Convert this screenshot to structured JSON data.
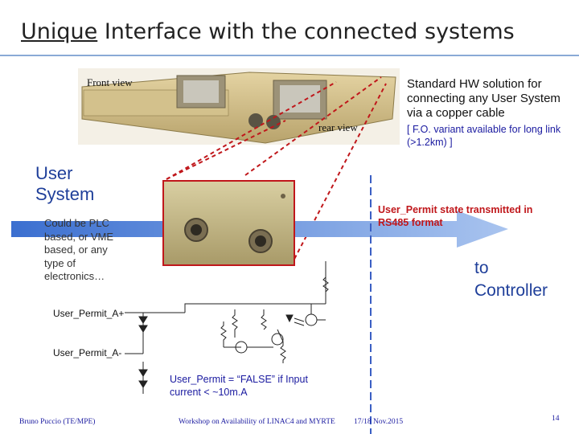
{
  "slide": {
    "title_part1": "Unique",
    "title_part2": " Interface with the connected systems",
    "photo_front_label": "Front view",
    "photo_rear_label": "rear view",
    "hw_description": "Standard HW solution for connecting any User System via a copper cable",
    "fo_note": "[ F.O. variant available for long link (>1.2km) ]",
    "user_system": "User System",
    "could_be": "Could be PLC based, or VME based, or any type of electronics…",
    "permit_state": "User_Permit state transmitted in RS485 format",
    "to_controller": "to Controller",
    "signal_a_plus": "User_Permit_A+",
    "signal_a_minus": "User_Permit_A-",
    "permit_false": "User_Permit = “FALSE” if Input current < ~10m.A",
    "footer_author": "Bruno Puccio (TE/MPE)",
    "footer_event": "Workshop on Availability of LINAC4 and MYRTE",
    "footer_date": "17/18 Nov.2015",
    "page_number": "14"
  },
  "colors": {
    "accent_blue": "#1f3f9a",
    "arrow_blue": "#4f7fd0",
    "red": "#c0171b",
    "dashed_line": "#3b5fc4"
  }
}
